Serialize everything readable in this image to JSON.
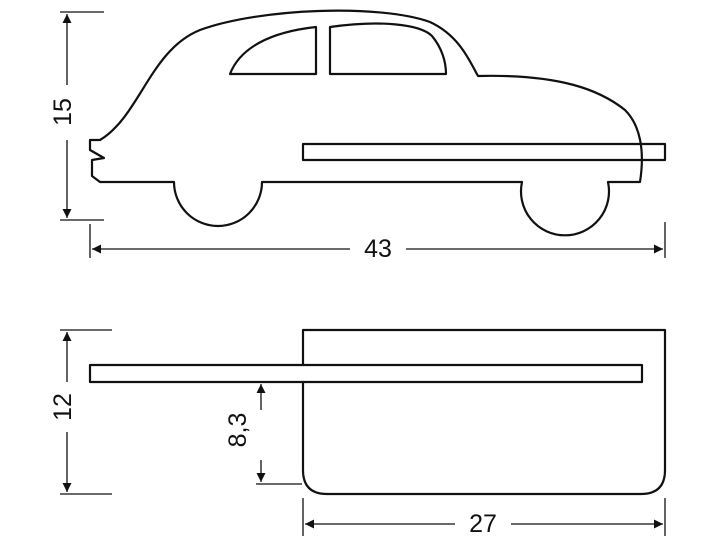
{
  "dimensions": {
    "car_height": "15",
    "car_length": "43",
    "shelf_height": "12",
    "shelf_offset": "8,3",
    "shelf_width": "27"
  }
}
